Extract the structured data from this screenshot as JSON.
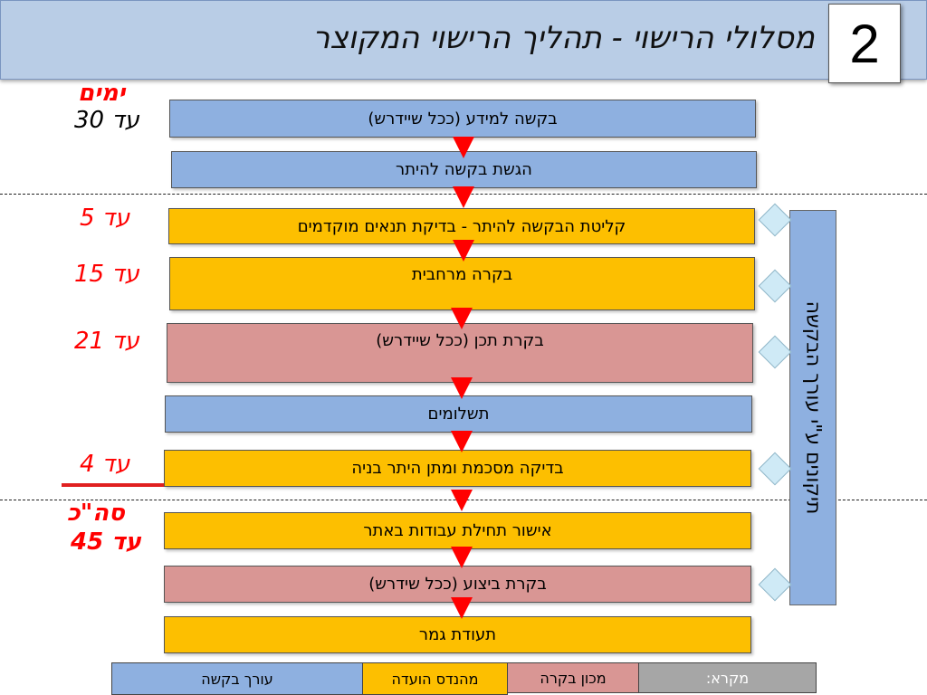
{
  "title": "מסלולי הרישוי - תהליך הרישוי המקוצר",
  "slide_number": "2",
  "days_header": "ימים",
  "durations": {
    "d30": "עד 30",
    "d5": "עד 5",
    "d15": "עד 15",
    "d21": "עד 21",
    "d4": "עד 4",
    "total_label": "סה\"כ",
    "total_value": "עד 45"
  },
  "steps": [
    {
      "label": "בקשה למידע (ככל שיידרש)",
      "role": "applicant"
    },
    {
      "label": "הגשת בקשה להיתר",
      "role": "applicant"
    },
    {
      "label": "קליטת הבקשה להיתר - בדיקת תנאים מוקדמים",
      "role": "committee_engineer"
    },
    {
      "label": "בקרה מרחבית",
      "role": "committee_engineer"
    },
    {
      "label": "בקרת תכן (ככל שיידרש)",
      "role": "control_institute"
    },
    {
      "label": "תשלומים",
      "role": "applicant"
    },
    {
      "label": "בדיקה מסכמת ומתן היתר בניה",
      "role": "committee_engineer"
    },
    {
      "label": "אישור תחילת עבודות באתר",
      "role": "committee_engineer"
    },
    {
      "label": "בקרת ביצוע (ככל שידרש)",
      "role": "control_institute"
    },
    {
      "label": "תעודת גמר",
      "role": "committee_engineer"
    }
  ],
  "side_label": "תיקונים ע\"י עורך הבקשה",
  "legend": {
    "title": "מקרא:",
    "control_institute": "מכון בקרה",
    "committee_engineer": "מהנדס הועדה",
    "applicant": "עורך בקשה"
  },
  "colors": {
    "applicant": "#8eb0e0",
    "committee_engineer": "#fdbf00",
    "control_institute": "#d99694",
    "arrow": "#ff0000",
    "days_text": "#ff0000",
    "title_bar": "#b9cde6",
    "diamond": "#cfeaf6",
    "legend_title_bg": "#a6a6a6"
  }
}
